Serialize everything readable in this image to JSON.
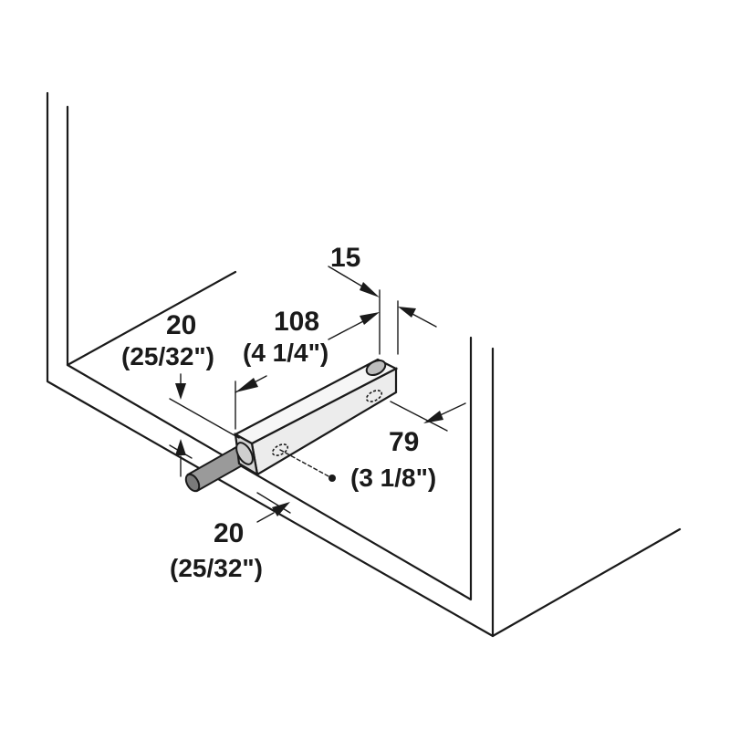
{
  "dimensions": {
    "depth_top": {
      "mm": "15"
    },
    "length": {
      "mm": "108",
      "inch": "(4 1/4\")"
    },
    "height_offset": {
      "mm": "20",
      "inch": "(25/32\")"
    },
    "hole_spacing": {
      "mm": "79",
      "inch": "(3 1/8\")"
    },
    "side_offset": {
      "mm": "20",
      "inch": "(25/32\")"
    }
  },
  "colors": {
    "line": "#1a1a1a",
    "body_fill": "#ececec",
    "body_side": "#d6d6d6",
    "plunger": "#9a9a9a"
  }
}
